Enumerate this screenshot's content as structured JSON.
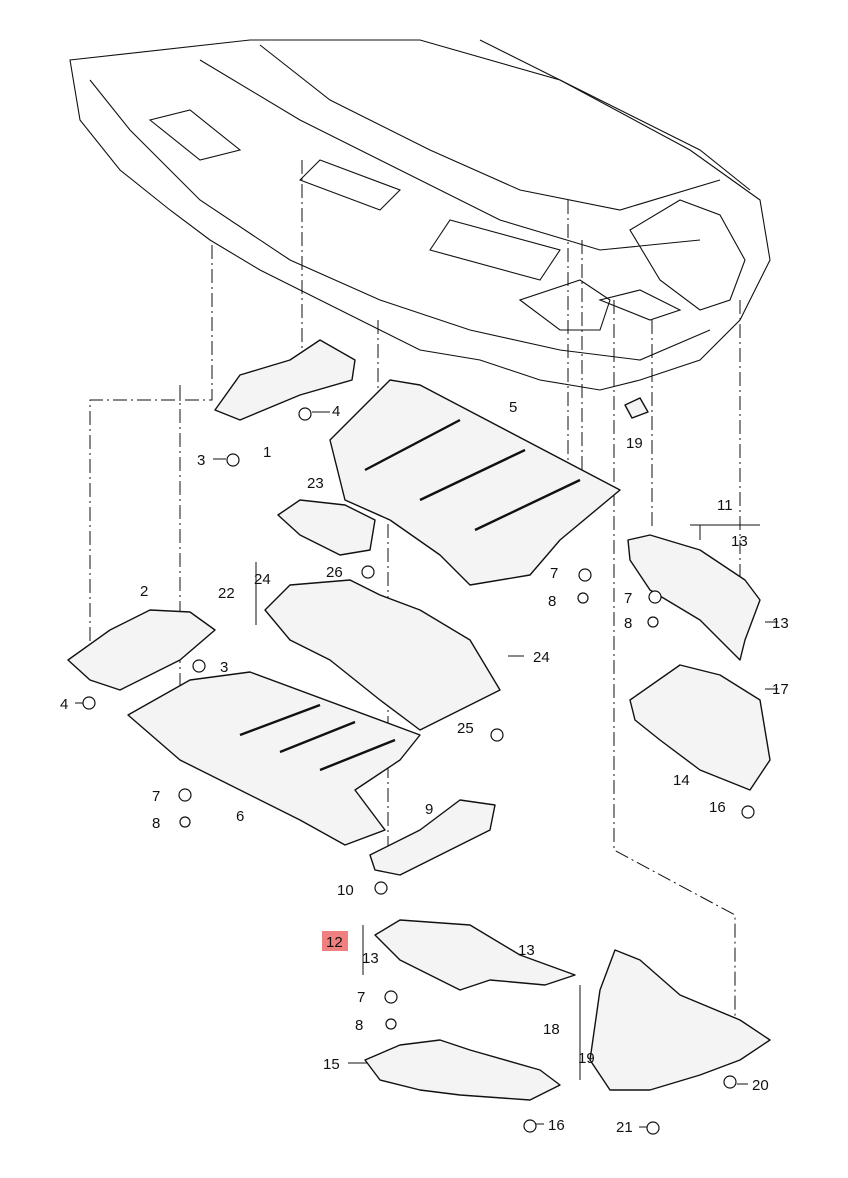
{
  "diagram": {
    "highlight_color": "#f08080",
    "highlighted_part": "12",
    "callouts": [
      "4",
      "3",
      "1",
      "5",
      "19",
      "23",
      "11",
      "13",
      "22",
      "24",
      "26",
      "7",
      "8",
      "2",
      "3",
      "24",
      "7",
      "8",
      "13",
      "17",
      "4",
      "25",
      "14",
      "7",
      "6",
      "8",
      "16",
      "9",
      "10",
      "12",
      "13",
      "13",
      "7",
      "8",
      "18",
      "19",
      "15",
      "20",
      "16",
      "21"
    ]
  }
}
